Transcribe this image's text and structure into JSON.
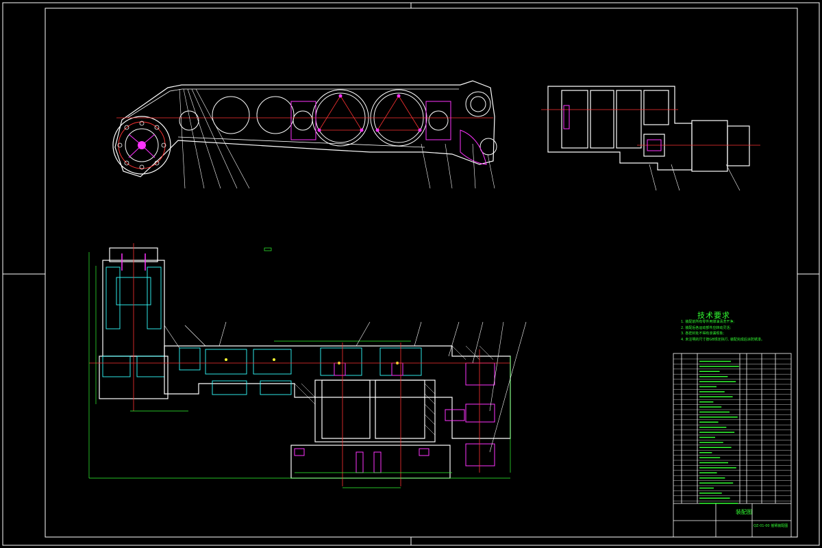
{
  "drawing": {
    "colors": {
      "background": "#000000",
      "outline": "#ffffff",
      "centerline": "#ff3333",
      "hatch": "#33ffff",
      "magenta": "#ff33ff",
      "dimension": "#33ff33",
      "yellow": "#ffff33"
    },
    "technical_requirements": {
      "title": "技术要求",
      "notes": [
        "1. 装配前所有零件用煤油清洗干净;",
        "2. 装配后各运动部件应转动灵活;",
        "3. 各密封处不得有渗漏现象;",
        "4. 未注明的尺寸按GB规定执行, 装配完成后涂防锈漆。"
      ]
    },
    "title_block": {
      "drawing_name": "装配图",
      "part_code": "QZ-01-00 摇臂装配图"
    }
  }
}
